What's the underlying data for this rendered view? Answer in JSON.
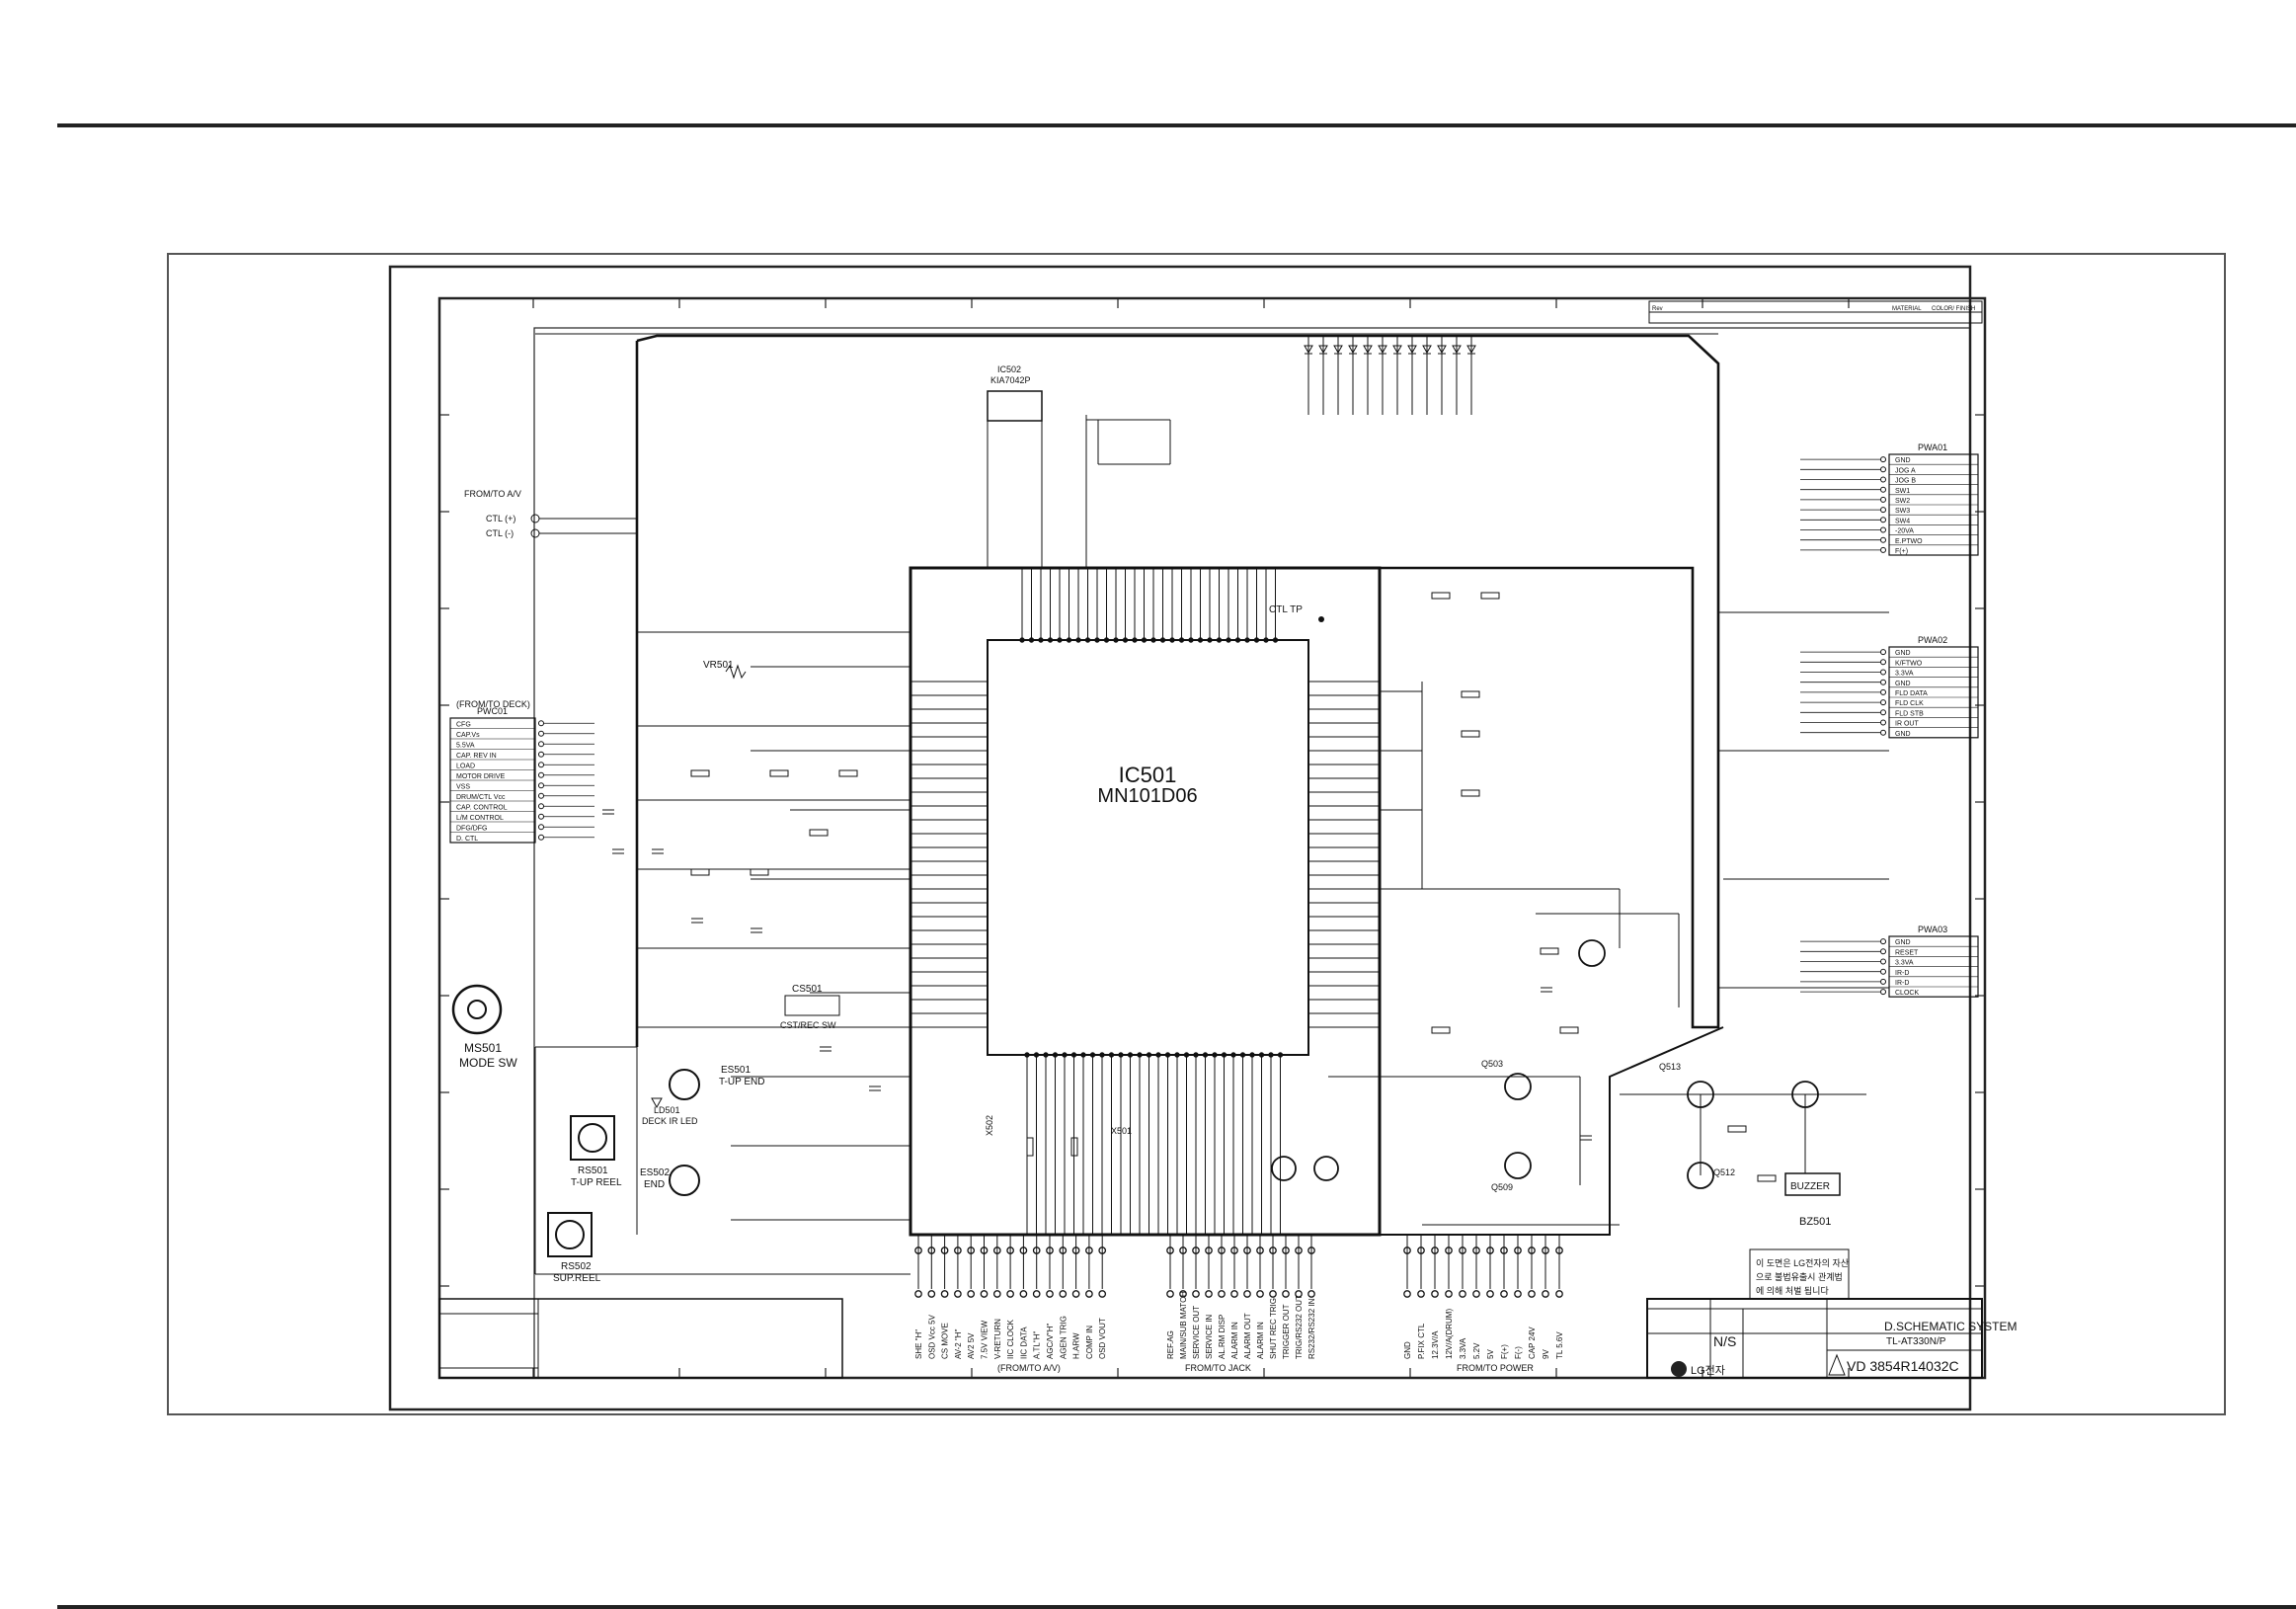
{
  "schematic": {
    "ic": {
      "ref": "IC501",
      "part": "MN101D06"
    },
    "off_page": {
      "av_top": "FROM/TO A/V",
      "deck": "(FROM/TO DECK)",
      "bottom_av": "(FROM/TO A/V)",
      "bottom_jack": "FROM/TO JACK",
      "bottom_power": "FROM/TO POWER"
    },
    "ctl_terminals": [
      "CTL (+)",
      "CTL (-)"
    ],
    "mode_switch": {
      "ref": "MS501",
      "label": "MODE SW"
    },
    "sensors": [
      {
        "ref": "ES501",
        "label": "T-UP END"
      },
      {
        "ref": "LD501",
        "label": "DECK IR LED"
      },
      {
        "ref": "ES502",
        "label": "END"
      },
      {
        "ref": "RS501",
        "label": "T-UP REEL"
      },
      {
        "ref": "RS502",
        "label": "SUP.REEL"
      }
    ],
    "other_parts": {
      "cs501": "CS501",
      "cst_sw": "CST/REC SW",
      "vr501": "VR501",
      "ctl_tp": "CTL TP",
      "ic502": "IC502",
      "ic502_part": "KIA7042P",
      "x501": "X501",
      "x502": "X502",
      "buzzer_ref": "BZ501",
      "buzzer_label": "BUZZER",
      "q512": "Q512",
      "q503": "Q503",
      "q513": "Q513",
      "q509": "Q509"
    },
    "connectors": [
      {
        "ref": "PWC01",
        "pins": [
          "CFG",
          "CAP.Vs",
          "5.5VA",
          "CAP. REV IN",
          "LOAD",
          "MOTOR DRIVE",
          "VSS",
          "DRUM/CTL Vcc",
          "CAP. CONTROL",
          "L/M CONTROL",
          "DFG/DFG",
          "D. CTL"
        ]
      },
      {
        "ref": "PWA01",
        "pins": [
          "GND",
          "JOG A",
          "JOG B",
          "SW1",
          "SW2",
          "SW3",
          "SW4",
          "-20VA",
          "E.PTWO",
          "F(+)"
        ]
      },
      {
        "ref": "PWA02",
        "pins": [
          "GND",
          "K/FTWO",
          "3.3VA",
          "GND",
          "FLD DATA",
          "FLD CLK",
          "FLD STB",
          "IR OUT",
          "GND"
        ]
      },
      {
        "ref": "PWA03",
        "pins": [
          "GND",
          "RESET",
          "3.3VA",
          "IR-D",
          "IR-D",
          "CLOCK"
        ]
      }
    ],
    "bottom_signals": {
      "av": [
        "SHE \"H\"",
        "OSD Vcc 5V",
        "CS MOVE",
        "AV-2 \"H\"",
        "AV2 5V",
        "7.5V VIEW",
        "V-RETURN",
        "IIC CLOCK",
        "IIC DATA",
        "A.TL\"H\"",
        "AGC/V\"H\"",
        "AGEN TRIG",
        "H.ARW",
        "COMP IN",
        "OSD VOUT"
      ],
      "jack": [
        "REF.AG",
        "MAIN/SUB MATCH",
        "SERVICE OUT",
        "SERVICE IN",
        "AL.RM DISP",
        "ALARM IN",
        "ALARM OUT",
        "ALARM IN",
        "SHUT REC TRIG",
        "TRIGGER OUT",
        "TRIG/RS232 OUT",
        "RS232/RS232 IN"
      ],
      "power": [
        "GND",
        "P.FIX CTL",
        "12.3V/A",
        "12V/A(DRUM)",
        "3.3VA",
        "5.2V",
        "5V",
        "F(+)",
        "F(-)",
        "CAP 24V",
        "9V",
        "TL 5.6V"
      ]
    },
    "title_block": {
      "title": "D.SCHEMATIC SYSTEM",
      "model": "TL-AT330N/P",
      "doc_no": "VD 3854R14032C",
      "scale": "N/S",
      "brand": "LG전자",
      "korean_note": [
        "이 도면은 LG전자의 자산",
        "으로 불법유출시 관계법",
        "에 의해 처벌 됩니다"
      ],
      "rev_col": "Rev",
      "material": "MATERIAL",
      "color_finish": "COLOR/ FINISH"
    }
  },
  "colors": {
    "ink": "#111111",
    "paper": "#ffffff",
    "frame": "#555555"
  }
}
